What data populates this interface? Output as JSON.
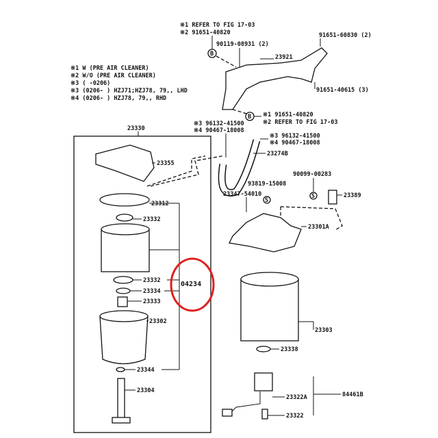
{
  "notes": [
    "※1 W (PRE AIR CLEANER)",
    "※2 W/O (PRE AIR CLEANER)",
    "※3 (      -0206)",
    "※3 (0206-     ) HZJ71;HZJ78, 79,, LHD",
    "※4 (0206-     ) HZJ78, 79,, RHD"
  ],
  "top_labels": {
    "refer1": "※1 REFER TO FIG 17-03",
    "bolt1": "※2 91651-40820",
    "bolt2": "90119-08931 (2)",
    "bolt3": "91651-60830 (2)",
    "bracket": "23921",
    "bolt4": "91651-40615 (3)",
    "bolt5": "※1 91651-40820",
    "refer2": "※2 REFER TO FIG 17-03",
    "bolt_marker": "B"
  },
  "left_group": {
    "assembly": "23330",
    "parts": [
      "23355",
      "23312",
      "23332",
      "23332",
      "23334",
      "23333",
      "23302",
      "23344",
      "23304"
    ],
    "highlighted": "04234",
    "highlight_color": "#e02020"
  },
  "right_group": {
    "clamp_a1": "※3 96132-41500",
    "clamp_a2": "※4 90467-18008",
    "clamp_b1": "※3 96132-41500",
    "clamp_b2": "※4 90467-18008",
    "hose": "23274B",
    "screw1": "90099-00283",
    "screw2": "93819-15008",
    "bracket": "23347-54010",
    "sensor": "23389",
    "pump": "23301A",
    "filter": "23303",
    "oring": "23338",
    "plug": "23322A",
    "sensor_assy": "84461B",
    "switch": "23322",
    "s_marker": "S"
  }
}
